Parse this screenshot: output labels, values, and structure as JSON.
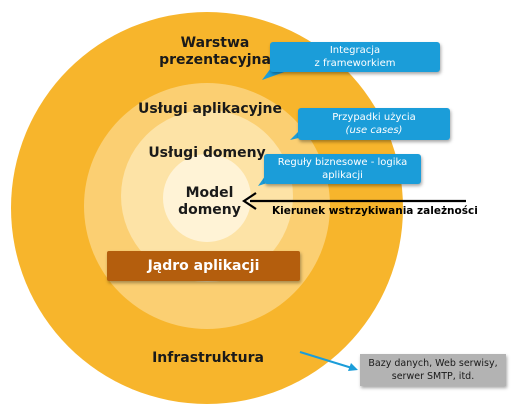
{
  "colors": {
    "ring_outer": "#f7b52c",
    "ring_2": "#fbcf72",
    "ring_3": "#fde3a6",
    "ring_inner": "#fff3d6",
    "core": "#b45e0d",
    "callout_blue": "#1b9dd9",
    "callout_grey": "#b3b3b3"
  },
  "rings": {
    "presentation": [
      "Warstwa",
      "prezentacyjna"
    ],
    "app_services": "Usługi aplikacyjne",
    "domain_services": "Usługi domeny",
    "domain_model": [
      "Model",
      "domeny"
    ],
    "infrastructure": "Infrastruktura"
  },
  "core": {
    "label": "Jądro aplikacji"
  },
  "callouts": {
    "integration": [
      "Integracja",
      "z frameworkiem"
    ],
    "use_cases": [
      "Przypadki użycia",
      "(use cases)"
    ],
    "business_rules": [
      "Reguły biznesowe - logika",
      "aplikacji"
    ],
    "infrastructure": [
      "Bazy danych, Web serwisy,",
      "serwer SMTP, itd."
    ]
  },
  "arrow": {
    "label": "Kierunek wstrzykiwania zależności"
  }
}
